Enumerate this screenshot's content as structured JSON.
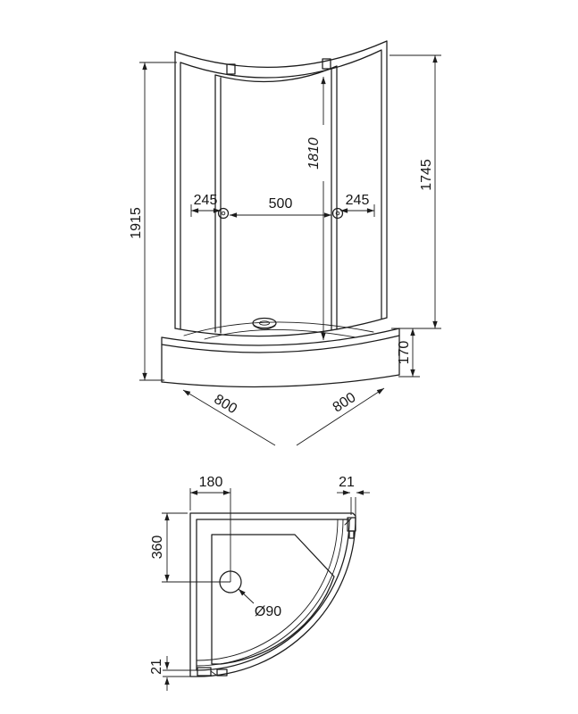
{
  "colors": {
    "line": "#1c1c1c",
    "background": "#ffffff"
  },
  "front_view": {
    "total_height": "1915",
    "door_height": "1745",
    "inner_height": "1810",
    "tray_height": "170",
    "left_panel_width": "245",
    "door_opening_width": "500",
    "right_panel_width": "245",
    "side_width_left": "800",
    "side_width_right": "800"
  },
  "plan_view": {
    "drain_offset_x": "180",
    "profile_width_top": "21",
    "drain_offset_y": "360",
    "drain_diameter": "Ø90",
    "profile_width_bottom": "21"
  }
}
